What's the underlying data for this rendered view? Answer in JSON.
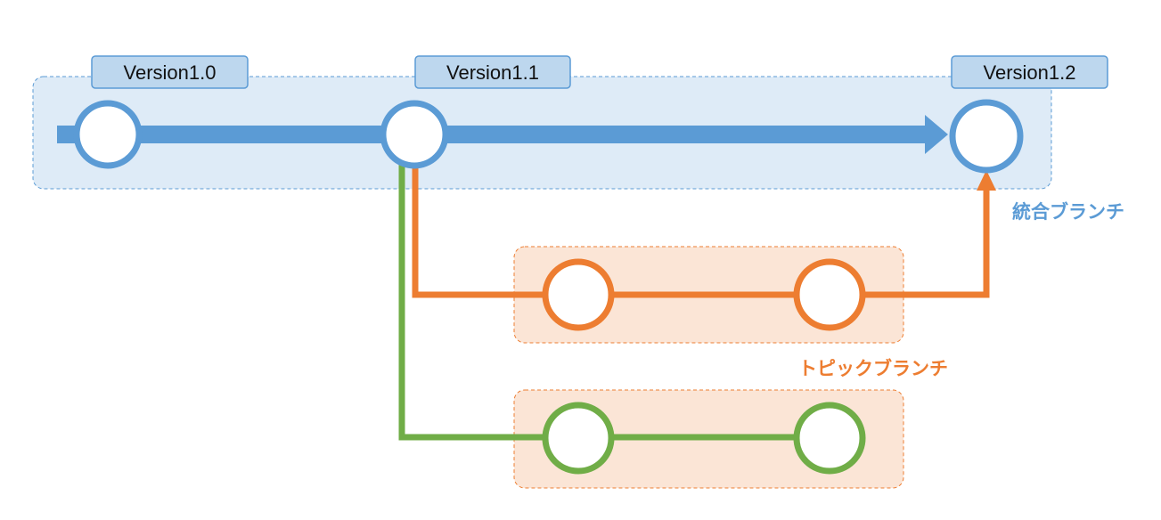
{
  "versions": [
    "Version1.0",
    "Version1.1",
    "Version1.2"
  ],
  "labels": {
    "integration_branch": "統合ブランチ",
    "topic_branch": "トピックブランチ"
  },
  "colors": {
    "integration": "#5b9bd5",
    "integration_bg": "#deebf7",
    "tag_bg": "#bdd7ee",
    "topic_orange": "#ed7d31",
    "topic_green": "#70ad47",
    "topic_bg": "#fbe5d6"
  }
}
